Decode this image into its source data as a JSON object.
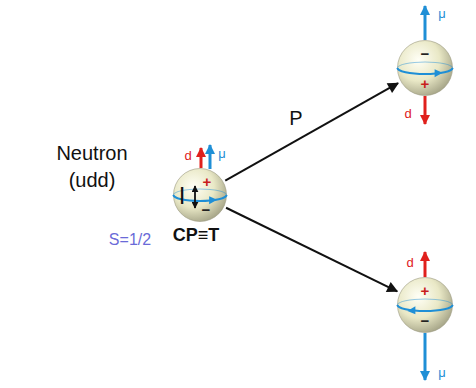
{
  "diagram": {
    "nodes": [
      {
        "text": [
          "Neutron (udd)",
          "+",
          "−"
        ]
      },
      {
        "text": [
          "−",
          "+"
        ]
      },
      {
        "text": [
          "+",
          "−"
        ]
      }
    ],
    "edges": [
      {
        "from": 0,
        "to": 1,
        "arrow": "to",
        "label": "P"
      },
      {
        "from": 0,
        "to": 2,
        "arrow": "to",
        "label": "CP≡T"
      }
    ],
    "labels": [
      "d",
      "μ",
      "I",
      "S=1/2",
      "μ",
      "d",
      "d",
      "μ"
    ]
  }
}
